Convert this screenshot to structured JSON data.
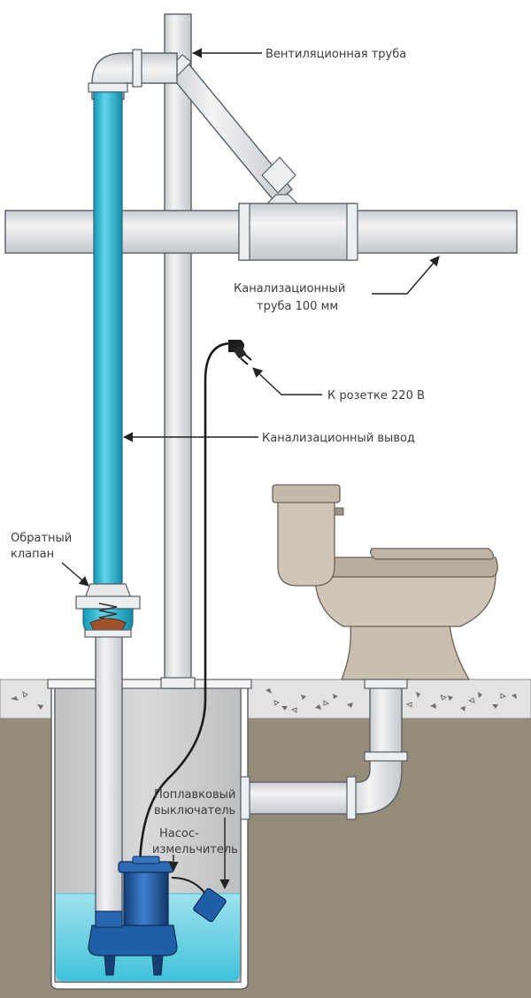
{
  "labels": {
    "vent_pipe": "Вентиляционная труба",
    "sewer_pipe_line1": "Канализационный",
    "sewer_pipe_line2": "труба 100 мм",
    "socket": "К розетке 220 В",
    "sewer_outlet": "Канализационный вывод",
    "check_valve_line1": "Обратный",
    "check_valve_line2": "клапан",
    "float_switch_line1": "Поплавковый",
    "float_switch_line2": "выключатель",
    "pump_line1": "Насос-",
    "pump_line2": "измельчитель"
  },
  "colors": {
    "pipe": "#e4e6e8",
    "water": "#6fd2e2",
    "water_pipe": "#21b4d2",
    "pump": "#1f5fa8",
    "soil": "#948b78",
    "concrete": "#e2e2e2",
    "toilet": "#c9bfb1",
    "valve": "#a0522d"
  }
}
